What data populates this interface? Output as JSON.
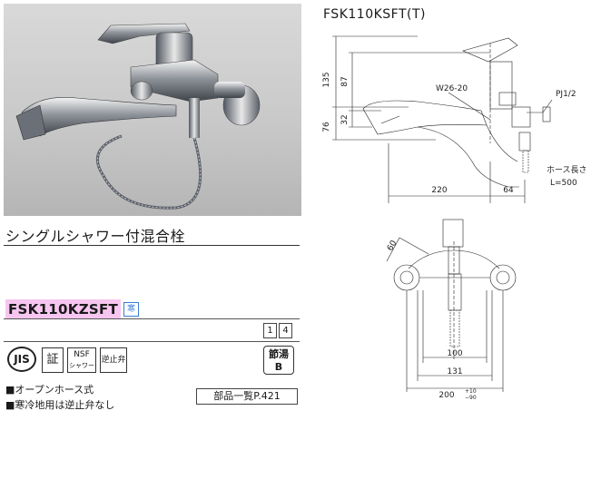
{
  "drawing": {
    "title": "FSK110KSFT(T)",
    "dims": {
      "d135": "135",
      "d87": "87",
      "d32": "32",
      "d76": "76",
      "d220": "220",
      "d64": "64",
      "d60": "60",
      "d100": "100",
      "d131": "131",
      "d200": "200",
      "tol_plus": "+10",
      "tol_minus": "−90"
    },
    "labels": {
      "w26": "W26-20",
      "pj": "PJ1/2",
      "hose_len": "ホース長さ",
      "hose_l": "L=500"
    }
  },
  "product": {
    "name": "シングルシャワー付混合栓",
    "model": "FSK110KZSFT",
    "cold_badge": "寒",
    "page_nums": [
      "1",
      "4"
    ],
    "certs": {
      "jis": "JIS",
      "sho": "証",
      "nsf_top": "NSF",
      "nsf_bottom": "シャワー",
      "gyakushi": "逆止弁"
    },
    "sessuu_top": "節湯",
    "sessuu_bottom": "B",
    "notes": [
      "■オープンホース式",
      "■寒冷地用は逆止弁なし"
    ],
    "parts_ref": "部品一覧P.421"
  }
}
